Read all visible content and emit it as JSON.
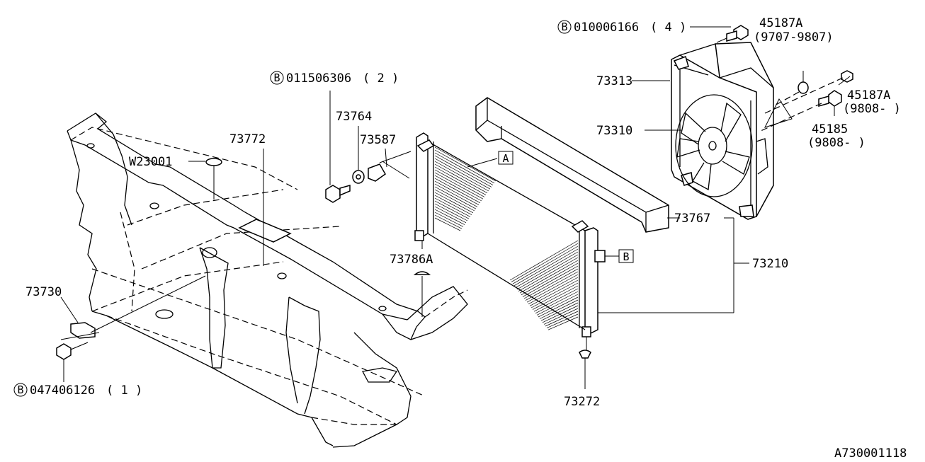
{
  "diagram_code": "A730001118",
  "callouts": {
    "bolt_top_right": "010006166",
    "bolt_top_right_qty": "( 4 )",
    "bolt_top_center": "011506306",
    "bolt_top_center_qty": "( 2  )",
    "bolt_bottom_left": "047406126",
    "bolt_bottom_left_qty": "( 1  )",
    "bolt_symbol": "B"
  },
  "parts": {
    "p45187A_top": "45187A",
    "p45187A_top_range": "(9707-9807)",
    "p45187A_right": "45187A",
    "p45187A_right_range": "(9808-  )",
    "p45185": "45185",
    "p45185_range": "(9808-  )",
    "p73313": "73313",
    "p73310": "73310",
    "p73764": "73764",
    "p73587": "73587",
    "p73772": "73772",
    "pW23001": "W23001",
    "p73767": "73767",
    "p73210": "73210",
    "p73786A": "73786A",
    "p73730": "73730",
    "p73272": "73272"
  },
  "boxed_tags": {
    "tag_a": "A",
    "tag_b": "B"
  }
}
